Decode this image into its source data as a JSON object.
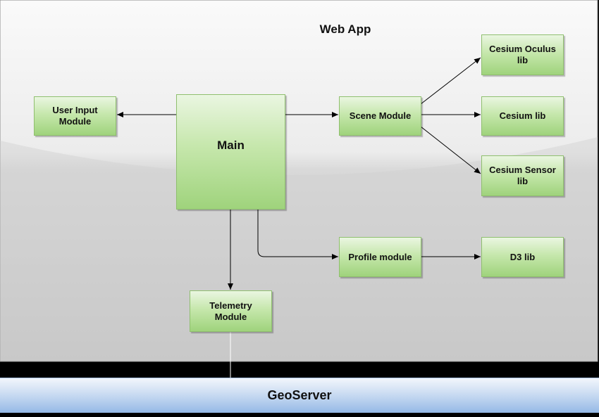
{
  "title": "Web App",
  "nodes": {
    "user_input": "User Input Module",
    "main": "Main",
    "scene": "Scene Module",
    "cesium_oculus": "Cesium Oculus lib",
    "cesium": "Cesium lib",
    "cesium_sensor": "Cesium Sensor lib",
    "profile": "Profile module",
    "d3": "D3 lib",
    "telemetry": "Telemetry Module"
  },
  "server": "GeoServer",
  "colors": {
    "node_fill": "#c6e7ac",
    "server_fill": "#95b9e6",
    "panel_fill": "#d4d4d4"
  }
}
